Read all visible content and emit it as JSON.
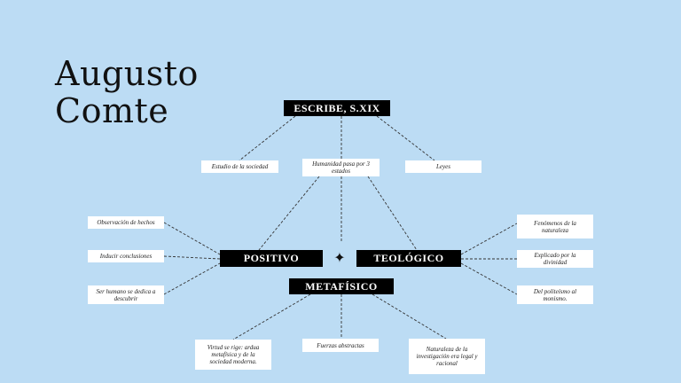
{
  "title": {
    "line1": "Augusto",
    "line2": "Comte"
  },
  "nodes": {
    "escribe": "ESCRIBE, S.XIX",
    "positivo": "POSITIVO",
    "teologico": "TEOLÓGICO",
    "metafisico": "METAFÍSICO"
  },
  "boxes": {
    "estudio": "Estudio de la sociedad",
    "humanidad": "Humanidad pasa por 3 estados",
    "leyes": "Leyes",
    "observacion": "Observación de hechos",
    "inducir": "Inducir conclusiones",
    "ser_humano": "Ser humano se dedica a descubrir",
    "fenomenos": "Fenómenos de la naturaleza",
    "explicado": "Explicado por la divinidad",
    "politeismo": "Del politeísmo al monismo.",
    "virtud": "Virtud se rige: ardua metafísica y de la sociedad moderna.",
    "fuerzas": "Fuerzas abstractas",
    "naturaleza": "Naturaleza de la investigación era legal y racional"
  },
  "decoration": {
    "star_icon": "✦"
  },
  "colors": {
    "background": "#bcdcf4",
    "node_fill": "#000000",
    "box_fill": "#ffffff",
    "line": "#333333"
  }
}
